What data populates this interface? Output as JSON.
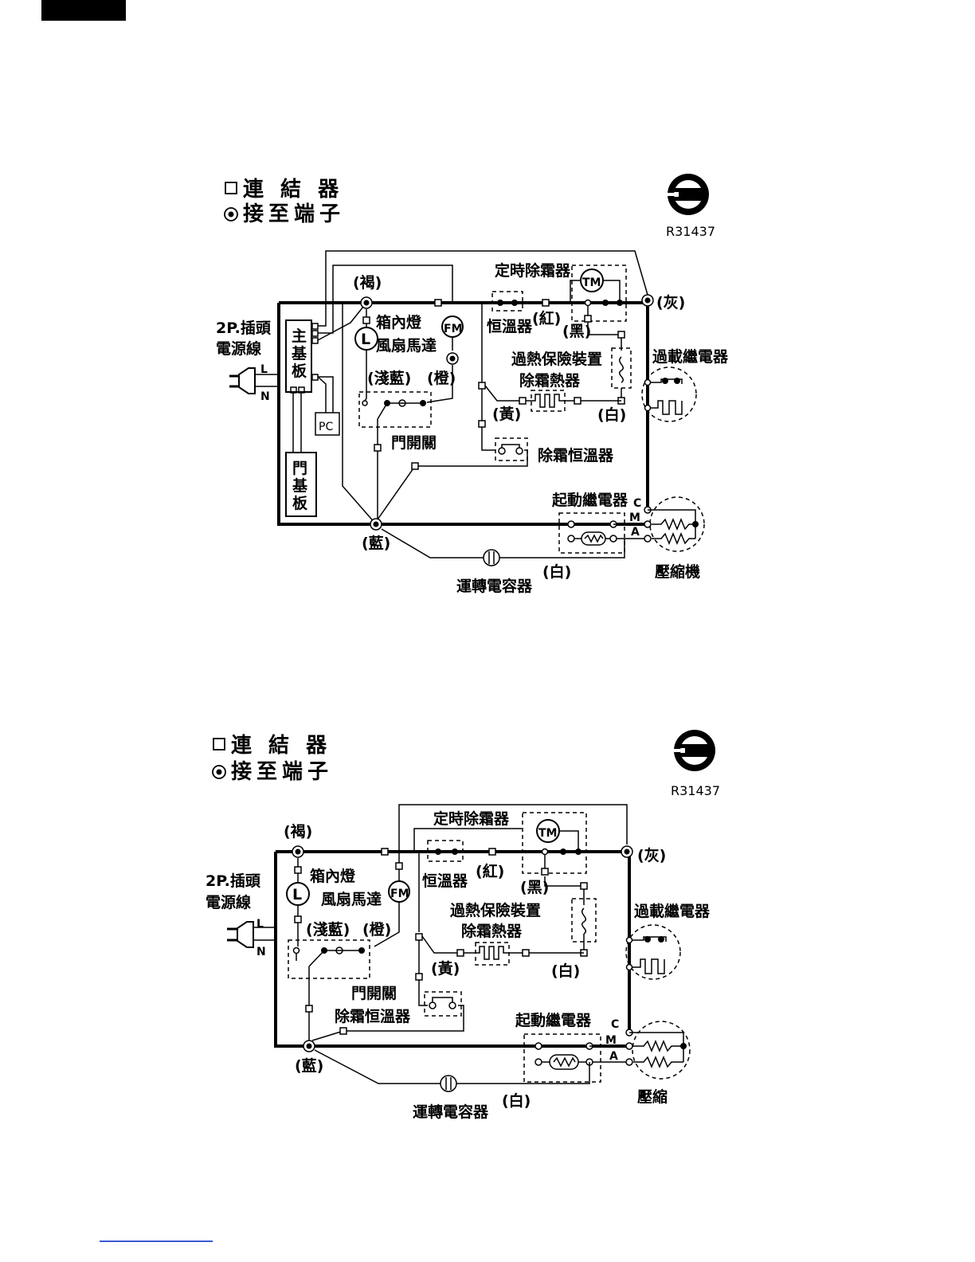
{
  "colors": {
    "ink": "#000000",
    "paper": "#ffffff",
    "rule": "#3b5bd6"
  },
  "legend": {
    "connector": "連 結 器",
    "terminal": "接至端子"
  },
  "certification": {
    "code": "R31437",
    "icon": "bsmi-certification-mark-icon"
  },
  "diagram1": {
    "plug": "2P.插頭",
    "power_cord": "電源線",
    "L": "L",
    "N": "N",
    "main_board": [
      "主",
      "基",
      "板"
    ],
    "door_board": [
      "門",
      "基",
      "板"
    ],
    "pc": "PC",
    "brown": "(褐)",
    "gray": "(灰)",
    "blue": "(藍)",
    "lamp": "箱內燈",
    "lamp_symbol": "L",
    "fan": "風扇馬達",
    "fan_symbol": "FM",
    "light_blue": "(淺藍)",
    "orange": "(橙)",
    "door_switch": "門開關",
    "defrost_timer": "定時除霜器",
    "tm": "TM",
    "thermostat": "恒溫器",
    "red": "(紅)",
    "black": "(黑)",
    "overheat": "過熱保險裝置",
    "defrost_heater": "除霜熱器",
    "yellow": "(黃)",
    "white": "(白)",
    "defrost_thermostat": "除霜恒溫器",
    "overload_relay": "過載繼電器",
    "start_relay": "起動繼電器",
    "C": "C",
    "M": "M",
    "A": "A",
    "compressor": "壓縮機",
    "run_capacitor": "運轉電容器",
    "white2": "(白)"
  },
  "diagram2": {
    "plug": "2P.插頭",
    "power_cord": "電源線",
    "L": "L",
    "N": "N",
    "brown": "(褐)",
    "gray": "(灰)",
    "blue": "(藍)",
    "lamp": "箱內燈",
    "lamp_symbol": "L",
    "fan": "風扇馬達",
    "fan_symbol": "FM",
    "light_blue": "(淺藍)",
    "orange": "(橙)",
    "door_switch": "門開關",
    "defrost_timer": "定時除霜器",
    "tm": "TM",
    "thermostat": "恒溫器",
    "red": "(紅)",
    "black": "(黑)",
    "overheat": "過熱保險裝置",
    "defrost_heater": "除霜熱器",
    "yellow": "(黃)",
    "white": "(白)",
    "defrost_thermostat": "除霜恒溫器",
    "overload_relay": "過載繼電器",
    "start_relay": "起動繼電器",
    "C": "C",
    "M": "M",
    "A": "A",
    "compressor": "壓縮",
    "run_capacitor": "運轉電容器",
    "white2": "(白)"
  }
}
